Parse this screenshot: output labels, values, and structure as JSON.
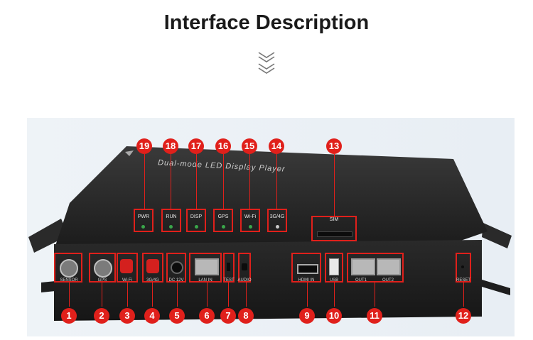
{
  "title": "Interface Description",
  "device": {
    "brand_text": "Dual-mode LED Display Player",
    "led_labels": [
      "PWR",
      "RUN",
      "DISP",
      "GPS",
      "Wi-Fi",
      "3G/4G"
    ],
    "sim_label": "SIM",
    "port_labels": [
      "SENSOR",
      "GPS",
      "Wi-Fi",
      "3G/4G",
      "DC 12V",
      "LAN IN",
      "TEST",
      "AUDIO",
      "HDMI IN",
      "USB",
      "OUT1",
      "OUT2",
      "RESET"
    ]
  },
  "callouts_top": [
    "19",
    "18",
    "17",
    "16",
    "15",
    "14",
    "13"
  ],
  "callouts_bottom": [
    "1",
    "2",
    "3",
    "4",
    "5",
    "6",
    "7",
    "8",
    "9",
    "10",
    "11",
    "12"
  ],
  "colors": {
    "accent": "#e0201b",
    "device": "#1e1e1e",
    "title": "#1a1a1a"
  }
}
